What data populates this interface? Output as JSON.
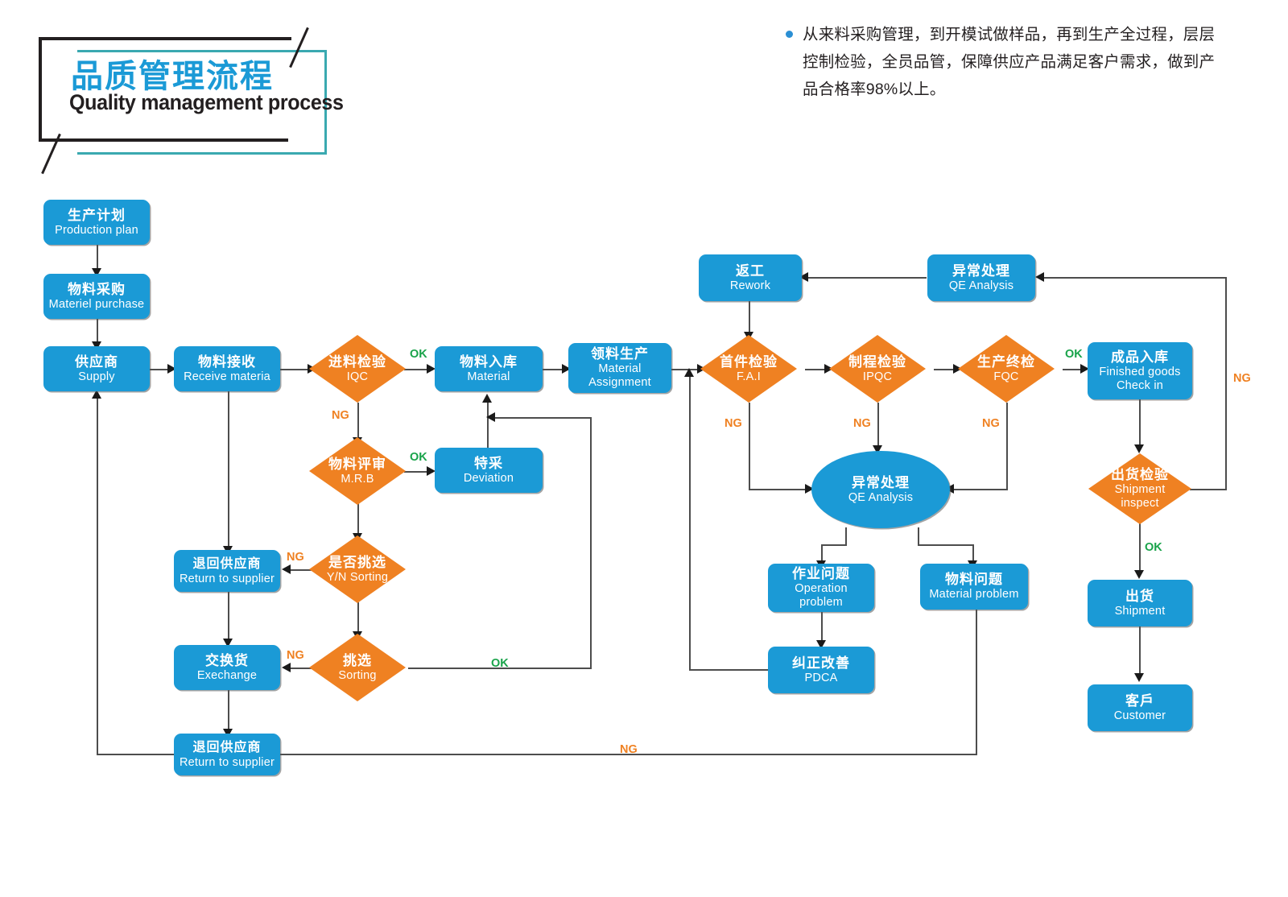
{
  "title": {
    "cn": "品质管理流程",
    "en": "Quality management process"
  },
  "header": {
    "bullet_icon": "bullet-dot-icon",
    "text": "从来料采购管理，到开模试做样品，再到生产全过程，层层控制检验，全员品管，保障供应产品满足客户需求，做到产品合格率98%以上。"
  },
  "colors": {
    "blue": "#1b9ad6",
    "orange": "#ef8122",
    "ok_green": "#19a34a",
    "ng_orange": "#ef8122",
    "line": "#4d4d4d",
    "title_teal": "#3aa9b0",
    "title_dark": "#231f20"
  },
  "nodes": {
    "production_plan": {
      "cn": "生产计划",
      "en": "Production plan"
    },
    "material_purchase": {
      "cn": "物料采购",
      "en": "Materiel purchase"
    },
    "supply": {
      "cn": "供应商",
      "en": "Supply"
    },
    "receive_material": {
      "cn": "物料接收",
      "en": "Receive materia"
    },
    "iqc": {
      "cn": "进料检验",
      "en": "IQC"
    },
    "material_in": {
      "cn": "物料入库",
      "en": "Material"
    },
    "material_assign": {
      "cn": "领料生产",
      "en": "Material\nAssignment",
      "en1": "Material",
      "en2": "Assignment"
    },
    "mrb": {
      "cn": "物料评审",
      "en": "M.R.B"
    },
    "deviation": {
      "cn": "特采",
      "en": "Deviation"
    },
    "yn_sorting": {
      "cn": "是否挑选",
      "en": "Y/N Sorting"
    },
    "sorting": {
      "cn": "挑选",
      "en": "Sorting"
    },
    "return_supplier_1": {
      "cn": "退回供应商",
      "en": "Return to supplier"
    },
    "exchange": {
      "cn": "交换货",
      "en": "Exechange"
    },
    "return_supplier_2": {
      "cn": "退回供应商",
      "en": "Return to supplier"
    },
    "rework": {
      "cn": "返工",
      "en": "Rework"
    },
    "qe_analysis_top": {
      "cn": "异常处理",
      "en": "QE Analysis"
    },
    "fai": {
      "cn": "首件检验",
      "en": "F.A.I"
    },
    "ipqc": {
      "cn": "制程检验",
      "en": "IPQC"
    },
    "fqc": {
      "cn": "生产终检",
      "en": "FQC"
    },
    "finished_goods": {
      "cn": "成品入库",
      "en1": "Finished goods",
      "en2": "Check in"
    },
    "qe_analysis_mid": {
      "cn": "异常处理",
      "en": "QE Analysis"
    },
    "operation_problem": {
      "cn": "作业问题",
      "en1": "Operation",
      "en2": "problem"
    },
    "material_problem": {
      "cn": "物料问题",
      "en": "Material problem"
    },
    "pdca": {
      "cn": "纠正改善",
      "en": "PDCA"
    },
    "shipment_inspect": {
      "cn": "出货检验",
      "en1": "Shipment",
      "en2": "inspect"
    },
    "shipment": {
      "cn": "出货",
      "en": "Shipment"
    },
    "customer": {
      "cn": "客戶",
      "en": "Customer"
    }
  },
  "edge_labels": {
    "iqc_ok": "OK",
    "iqc_ng": "NG",
    "mrb_ok": "OK",
    "yn_sorting_ng": "NG",
    "sorting_ng": "NG",
    "sorting_ok": "OK",
    "fai_ng": "NG",
    "ipqc_ng": "NG",
    "fqc_ng": "NG",
    "fqc_ok": "OK",
    "shipment_inspect_ng": "NG",
    "shipment_inspect_ok": "OK",
    "bottom_ng": "NG"
  }
}
